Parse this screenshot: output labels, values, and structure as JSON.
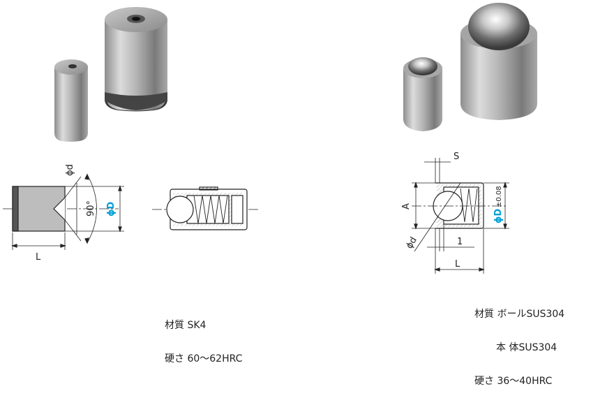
{
  "left_specs": {
    "material": "材質 SK4",
    "hardness": "硬さ 60～62HRC"
  },
  "right_specs": {
    "material": "材質 ボールSUS304",
    "body": "本 体SUS304",
    "hardness": "硬さ 36～40HRC"
  },
  "left_drawing": {
    "dim_d": "ϕd",
    "dim_angle": "90°",
    "dim_D": "ϕD",
    "dim_L": "L"
  },
  "right_drawing": {
    "dim_S": "S",
    "dim_A": "A",
    "dim_D": "ϕD",
    "tol": "±0.08",
    "dim_d": "ϕd",
    "dim_1": "1",
    "dim_L": "L"
  },
  "colors": {
    "accent": "#00a0d8",
    "line": "#222222"
  }
}
